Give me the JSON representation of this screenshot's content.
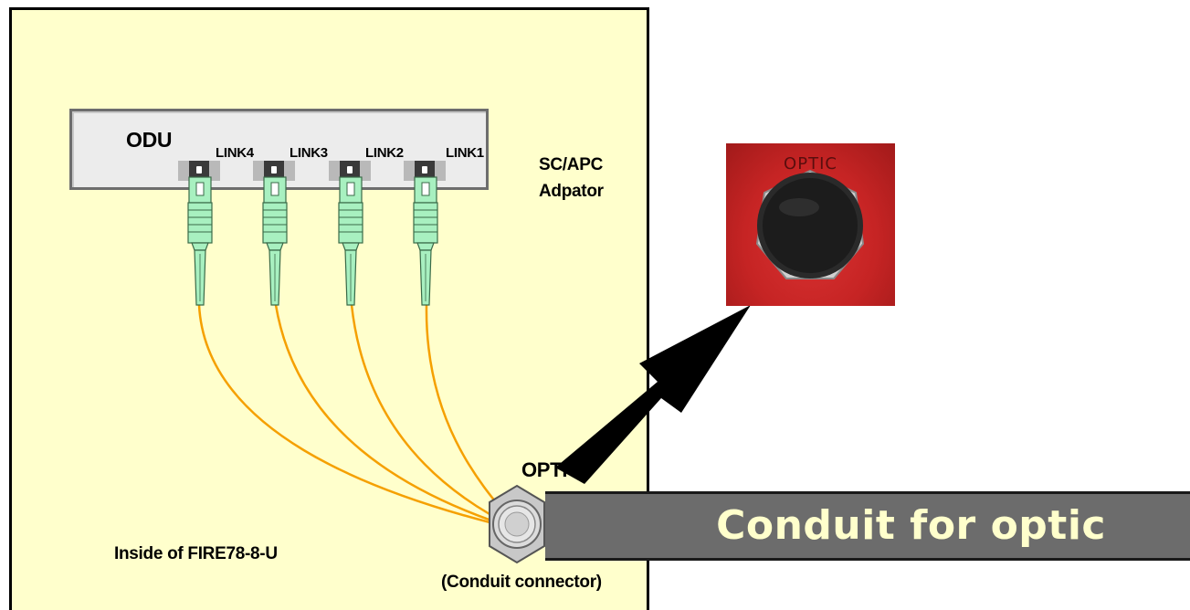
{
  "odu_label": "ODU",
  "links": [
    "LINK4",
    "LINK3",
    "LINK2",
    "LINK1"
  ],
  "adapter_label_line1": "SC/APC",
  "adapter_label_line2": "Adpator",
  "optic_label": "OPTIC",
  "photo_text": "OPTIC",
  "inside_label": "Inside of FIRE78-8-U",
  "connector_label": "(Conduit connector)",
  "conduit_label": "Conduit for optic",
  "colors": {
    "panel": "#ffffcc",
    "fiber": "#f5a000",
    "sc_connector": "#a8f0c0",
    "conduit": "#6c6c6c",
    "conduit_text": "#ffffcc",
    "photo_red": "#c62424"
  },
  "icons": [
    "sc-apc-connector-icon",
    "conduit-connector-icon",
    "optic-photo-icon",
    "arrow-icon"
  ]
}
